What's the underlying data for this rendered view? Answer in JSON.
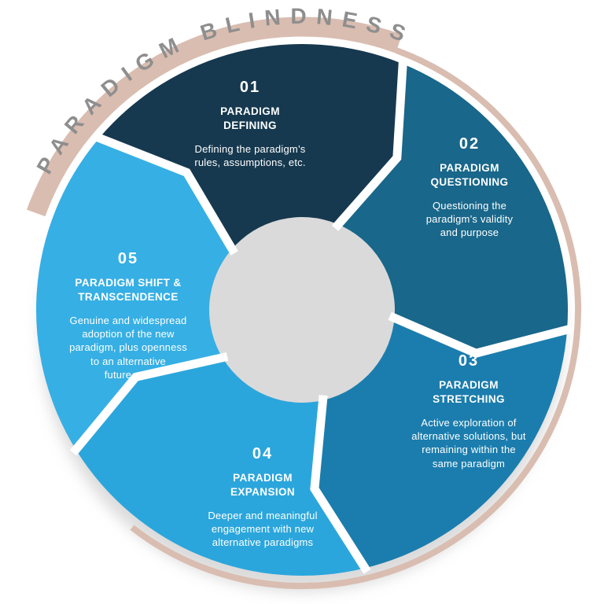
{
  "title": {
    "text": "PARADIGM BLINDNESS"
  },
  "palette": {
    "arc_tan": "#D9BDB0",
    "title_gray": "#8E8E8E",
    "label_white": "#FFFFFF",
    "background": "#FFFFFF"
  },
  "segments": [
    {
      "number": "01",
      "title": "PARADIGM\nDEFINING",
      "desc": "Defining the paradigm’s\nrules, assumptions, etc.",
      "color": "#16394F"
    },
    {
      "number": "02",
      "title": "PARADIGM\nQUESTIONING",
      "desc": "Questioning the\nparadigm’s validity\nand purpose",
      "color": "#19678A"
    },
    {
      "number": "03",
      "title": "PARADIGM\nSTRETCHING",
      "desc": "Active exploration of\nalternative solutions, but\nremaining within the\nsame paradigm",
      "color": "#1B7DAD"
    },
    {
      "number": "04",
      "title": "PARADIGM\nEXPANSION",
      "desc": "Deeper and meaningful\nengagement with new\nalternative paradigms",
      "color": "#2BA6DC"
    },
    {
      "number": "05",
      "title": "PARADIGM SHIFT &\nTRANSCENDENCE",
      "desc": "Genuine and widespread\nadoption of the new\nparadigm, plus openness\nto an alternative\nfuture one",
      "color": "#36AFE4"
    }
  ]
}
